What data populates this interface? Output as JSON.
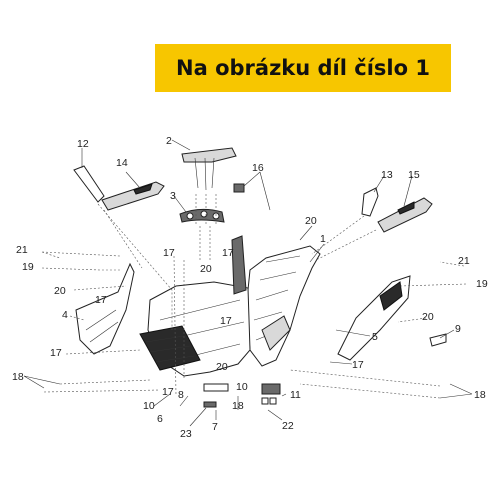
{
  "banner": {
    "text": "Na obrázku díl číslo 1"
  },
  "callouts": {
    "c1": "1",
    "c2": "2",
    "c3": "3",
    "c4": "4",
    "c5": "5",
    "c6": "6",
    "c7": "7",
    "c8": "8",
    "c9": "9",
    "c10": "10",
    "c11": "11",
    "c12": "12",
    "c13": "13",
    "c14": "14",
    "c15": "15",
    "c16": "16",
    "c17": "17",
    "c18": "18",
    "c19": "19",
    "c20": "20",
    "c21": "21",
    "c22": "22",
    "c23": "23"
  },
  "colors": {
    "banner": "#f7c600",
    "line": "#333333"
  }
}
